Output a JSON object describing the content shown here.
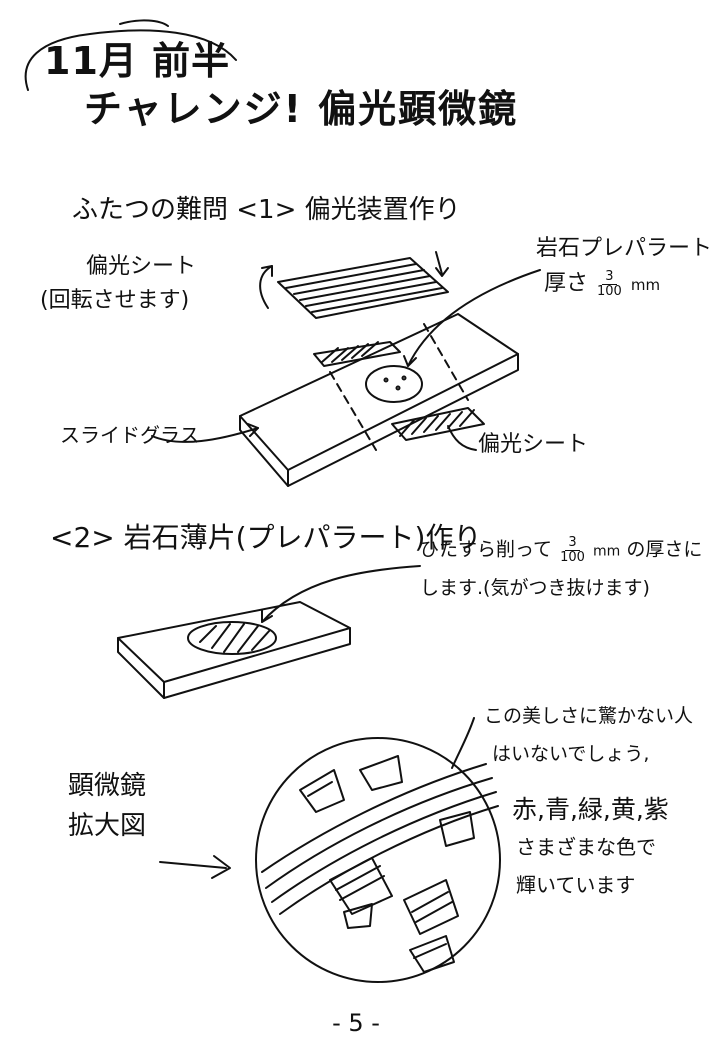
{
  "title": {
    "line1": "11月 前半",
    "line2": "チャレンジ! 偏光顕微鏡"
  },
  "section1": {
    "heading": "ふたつの難問 <1> 偏光装置作り",
    "labels": {
      "polarizer_top": "偏光シート",
      "polarizer_top_note": "(回転させます)",
      "prepared_slide": "岩石プレパラート",
      "thickness_prefix": "厚さ",
      "thickness_num": "3",
      "thickness_den": "100",
      "thickness_unit": "mm",
      "slide_glass": "スライドグラス",
      "polarizer_bottom": "偏光シート"
    }
  },
  "section2": {
    "heading": "<2> 岩石薄片(プレパラート)作り",
    "note_line1_prefix": "ひたすら削って",
    "note_num": "3",
    "note_den": "100",
    "note_unit": "mm",
    "note_line1_suffix": "の厚さに",
    "note_line2": "します.(気がつき抜けます)"
  },
  "section3": {
    "label_line1": "顕微鏡",
    "label_line2": "拡大図",
    "comment_line1": "この美しさに驚かない人",
    "comment_line2": "はいないでしょう,",
    "comment_line3": "赤,青,緑,黄,紫",
    "comment_line4": "さまざまな色で",
    "comment_line5": "輝いています"
  },
  "page_number": "- 5 -"
}
